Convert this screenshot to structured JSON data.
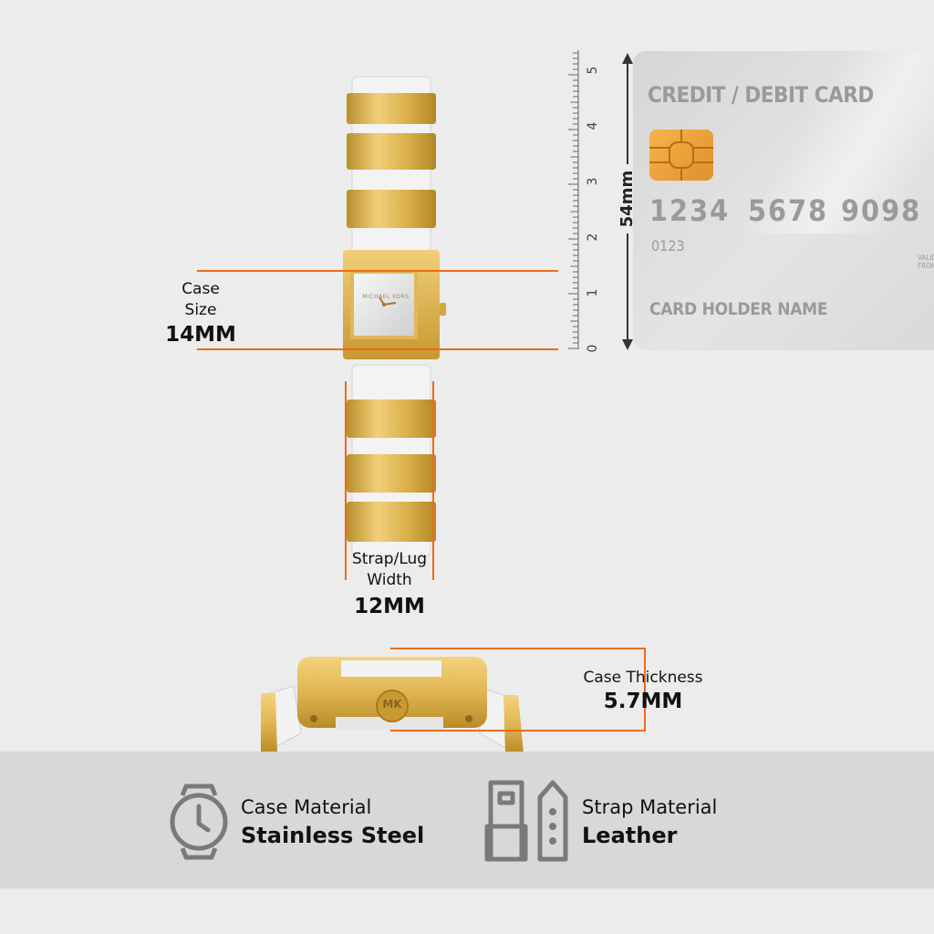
{
  "measurements": {
    "case_size_label": "Case\nSize",
    "case_size_value": "14MM",
    "strap_width_label": "Strap/Lug\nWidth",
    "strap_width_value": "12MM",
    "thickness_label": "Case Thickness",
    "thickness_value": "5.7MM"
  },
  "ruler": {
    "ticks": [
      "0",
      "1",
      "2",
      "3",
      "4",
      "5"
    ],
    "span_label": "54mm"
  },
  "card": {
    "title": "CREDIT / DEBIT CARD",
    "number_groups": [
      "1234",
      "5678",
      "9098"
    ],
    "small_number": "0123",
    "holder": "CARD HOLDER NAME",
    "valid_label": "VALID\nFROM"
  },
  "watch": {
    "brand": "MICHAEL KORS",
    "crown_logo": "MK"
  },
  "specs": [
    {
      "title": "Case Material",
      "value": "Stainless Steel",
      "icon": "watch-icon"
    },
    {
      "title": "Strap Material",
      "value": "Leather",
      "icon": "strap-icon"
    }
  ],
  "colors": {
    "accent": "#ee6b1a",
    "gold": "#d9b04a",
    "background": "#ececec",
    "band": "#d8d8d8",
    "card": "#dcdcdc"
  }
}
